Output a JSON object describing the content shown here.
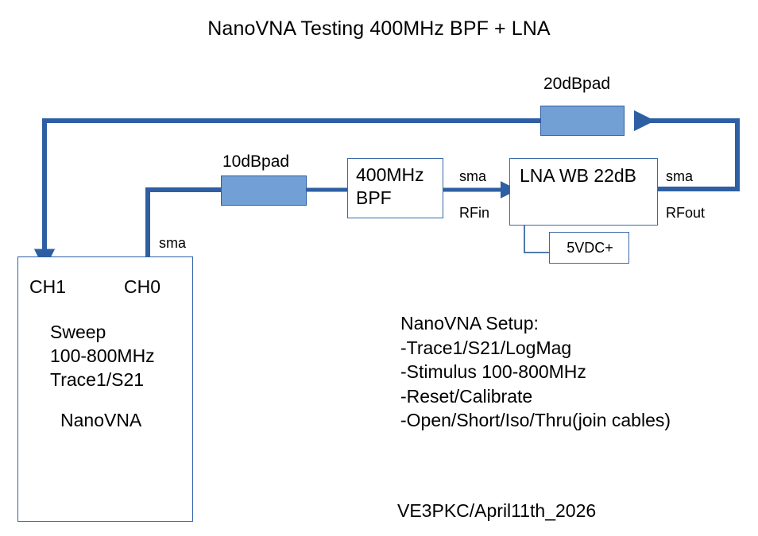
{
  "title": "NanoVNA Testing 400MHz BPF + LNA",
  "colors": {
    "wire": "#2E5FA3",
    "pad_fill": "#72a0d4",
    "box_border": "#3A69A8",
    "text": "#000000",
    "background": "#ffffff"
  },
  "blocks": {
    "pad20": {
      "label": "20dBpad"
    },
    "pad10": {
      "label": "10dBpad"
    },
    "bpf": {
      "line1": "400MHz",
      "line2": "BPF"
    },
    "lna": {
      "label": "LNA WB 22dB"
    },
    "psu": {
      "label": "5VDC+"
    },
    "vna": {
      "port_left": "CH1",
      "port_right": "CH0",
      "line1": "Sweep",
      "line2": "100-800MHz",
      "line3": "Trace1/S21",
      "name": "NanoVNA"
    }
  },
  "connector_labels": {
    "vna_ch0_sma": "sma",
    "lna_in_sma": "sma",
    "lna_in_port": "RFin",
    "lna_out_sma": "sma",
    "lna_out_port": "RFout"
  },
  "setup_notes": {
    "heading": "NanoVNA Setup:",
    "items": [
      "-Trace1/S21/LogMag",
      "-Stimulus 100-800MHz",
      "-Reset/Calibrate",
      "-Open/Short/Iso/Thru(join cables)"
    ]
  },
  "signature": "VE3PKC/April11th_2026"
}
